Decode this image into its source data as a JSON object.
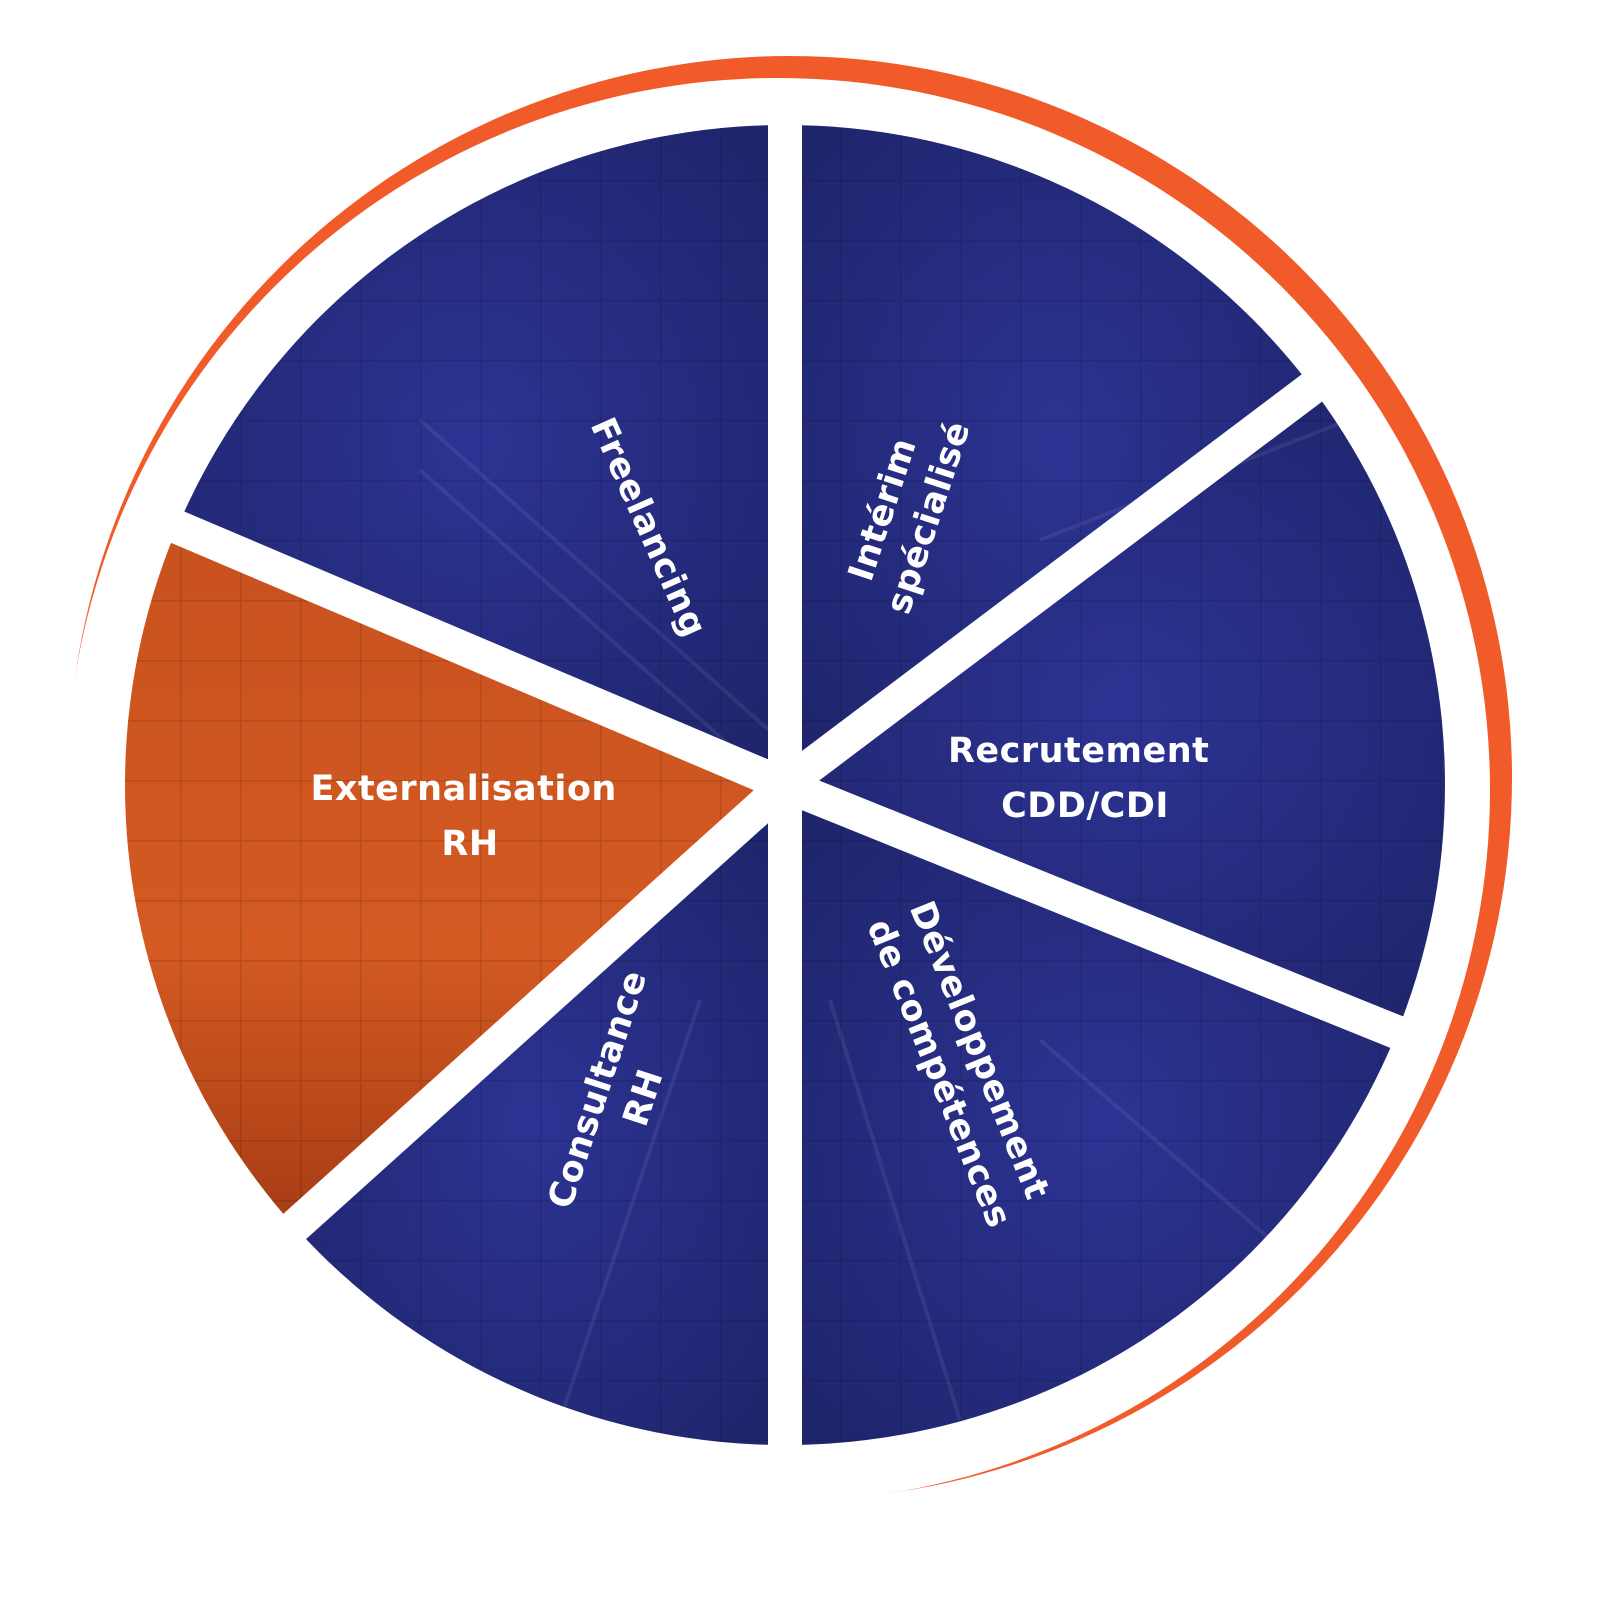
{
  "diagram": {
    "colors": {
      "ring": "#f15a29",
      "divider": "#ffffff",
      "blue_segment": "#2b2f8f",
      "blue_segment_dark": "#232873",
      "orange_segment": "#d9561f",
      "orange_segment_dark": "#9a3512",
      "label": "#ffffff"
    },
    "segments": [
      {
        "id": "freelancing",
        "lines": [
          "Freelancing"
        ],
        "fill": "blue"
      },
      {
        "id": "interim",
        "lines": [
          "Intérim",
          "spécialisé"
        ],
        "fill": "blue"
      },
      {
        "id": "recrutement",
        "lines": [
          "Recrutement",
          "CDD/CDI"
        ],
        "fill": "blue"
      },
      {
        "id": "developpement",
        "lines": [
          "Développement",
          "de compétences"
        ],
        "fill": "blue"
      },
      {
        "id": "consultance",
        "lines": [
          "Consultance",
          "RH"
        ],
        "fill": "blue"
      },
      {
        "id": "externalisation",
        "lines": [
          "Externalisation",
          "RH"
        ],
        "fill": "orange"
      }
    ]
  }
}
